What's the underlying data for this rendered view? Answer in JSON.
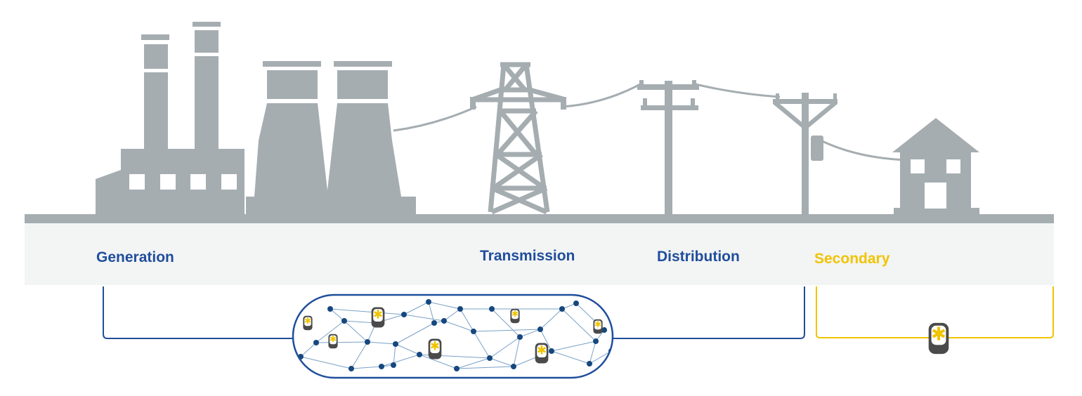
{
  "stages": [
    {
      "label": "Generation",
      "color": "#1f4e9c"
    },
    {
      "label": "Transmission",
      "color": "#1f4e9c"
    },
    {
      "label": "Distribution",
      "color": "#1f4e9c"
    },
    {
      "label": "Secondary",
      "color": "#f0c400"
    }
  ],
  "colors": {
    "silhouette": "#a5adb1",
    "band": "#f3f4f4",
    "primary_bracket": "#1f4e9c",
    "secondary_bracket": "#f0c400",
    "mesh_node": "#16477e",
    "mesh_line": "#7aa1c7",
    "sensor_body": "#4a4a4a",
    "sensor_symbol": "#f0c400"
  },
  "icons": [
    "factory-icon",
    "cooling-tower-icon",
    "transmission-tower-icon",
    "utility-pole-icon",
    "transformer-pole-icon",
    "house-icon",
    "sensor-icon",
    "mesh-network-icon"
  ]
}
